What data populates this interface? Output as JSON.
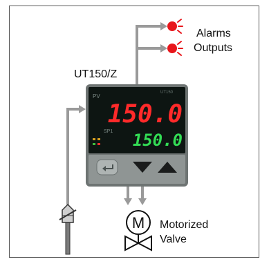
{
  "model": "UT150/Z",
  "alarms_label": "Alarms",
  "outputs_label": "Outputs",
  "valve_label_line1": "Motorized",
  "valve_label_line2": "Valve",
  "motor_symbol": "M",
  "controller": {
    "pv_value": "150.0",
    "sp_value": "150.0",
    "pv_tag": "PV",
    "sp_tag": "SP1",
    "brand_text": "UT150",
    "colors": {
      "pv": "#ff2a2a",
      "sp": "#33dd55",
      "face": "#0d1512",
      "keypad": "#8f9594"
    }
  },
  "colors": {
    "wire": "#9a9a9a",
    "lamp": "#e8161b",
    "frame": "#555555"
  }
}
